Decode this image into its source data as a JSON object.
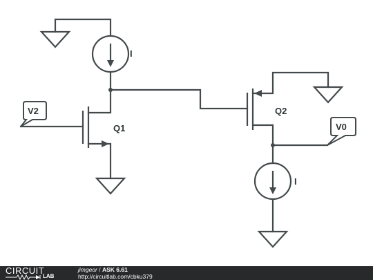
{
  "components": {
    "current_source_top": {
      "label": "I"
    },
    "current_source_bottom": {
      "label": "I"
    },
    "transistor_q1": {
      "label": "Q1"
    },
    "transistor_q2": {
      "label": "Q2"
    }
  },
  "ports": {
    "input": {
      "label": "V2"
    },
    "output": {
      "label": "V0"
    }
  },
  "footer": {
    "logo_top": "CIRCUIT",
    "logo_bottom": "LAB",
    "author": "jimgeor",
    "separator": " / ",
    "title": "ASK 6.61",
    "url": "http://circuitlab.com/cbku379"
  },
  "colors": {
    "ink": "#444a4c",
    "footer_bg": "#27292b"
  }
}
